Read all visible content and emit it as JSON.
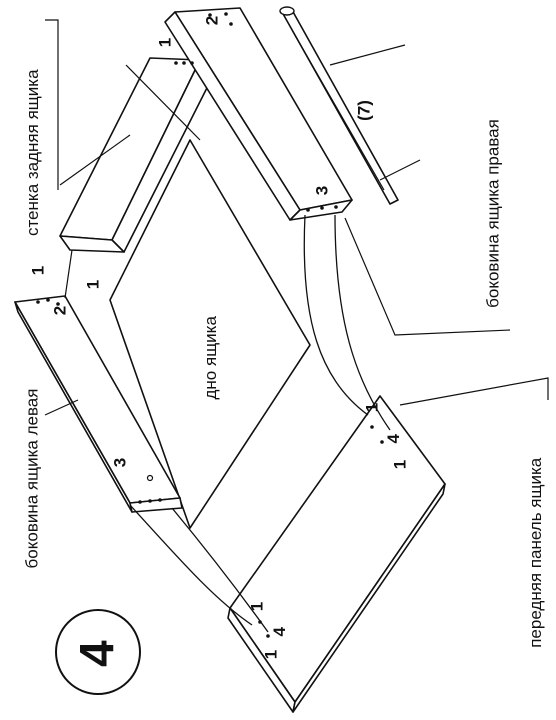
{
  "step": {
    "number": "4"
  },
  "labels": {
    "back_wall": "стенка задняя ящика",
    "right_side": "боковина ящика правая",
    "left_side": "боковина ящика левая",
    "bottom": "дно ящика",
    "front_panel": "передняя панель ящика",
    "part_ref": "(7)"
  },
  "markers": {
    "one": "1",
    "two": "2",
    "three": "3",
    "four": "4"
  }
}
